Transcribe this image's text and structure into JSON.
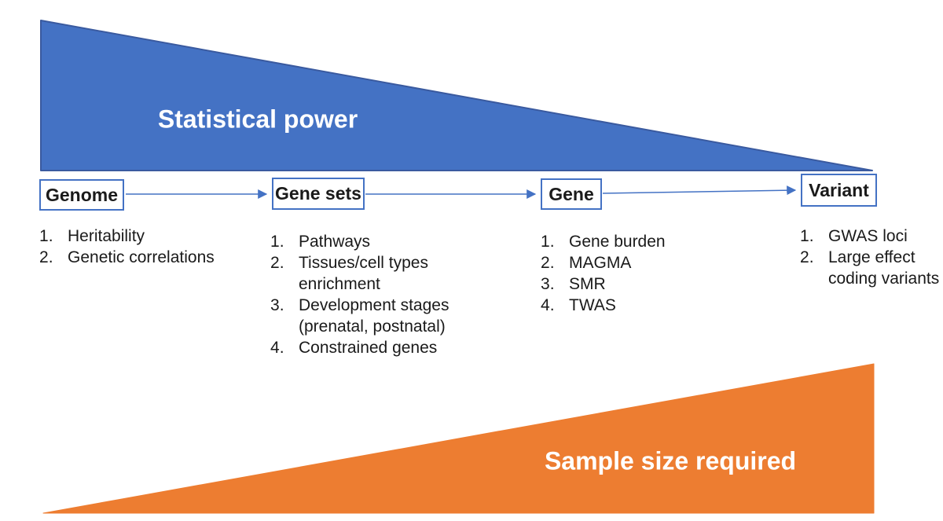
{
  "slide": {
    "top_wedge_label": "Statistical power",
    "bottom_wedge_label": "Sample size required"
  },
  "colors": {
    "blue": "#4472C4",
    "blue_outline": "#3A5A9F",
    "orange": "#ED7D31",
    "arrow": "#4472C4"
  },
  "columns": [
    {
      "box": "Genome",
      "items": [
        "Heritability",
        "Genetic correlations"
      ]
    },
    {
      "box": "Gene sets",
      "items": [
        "Pathways",
        "Tissues/cell types enrichment",
        "Development stages (prenatal, postnatal)",
        "Constrained genes"
      ]
    },
    {
      "box": "Gene",
      "items": [
        "Gene burden",
        "MAGMA",
        "SMR",
        "TWAS"
      ]
    },
    {
      "box": "Variant",
      "items": [
        "GWAS loci",
        "Large effect coding variants"
      ]
    }
  ]
}
